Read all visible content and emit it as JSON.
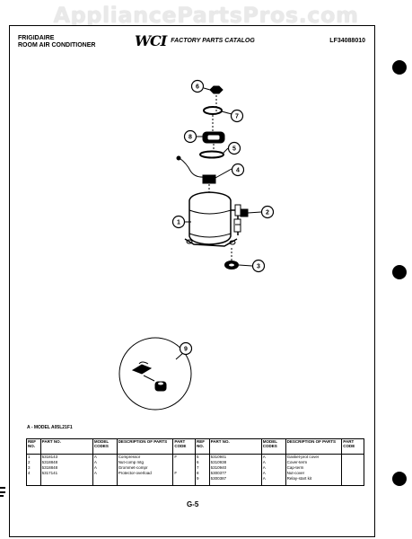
{
  "watermark": "AppliancePartsPros.com",
  "header": {
    "brand_line1": "FRIGIDAIRE",
    "brand_line2": "ROOM AIR CONDITIONER",
    "logo": "WCI",
    "catalog": "FACTORY PARTS CATALOG",
    "doc_id": "LF34088010"
  },
  "callouts": [
    "1",
    "2",
    "3",
    "4",
    "5",
    "6",
    "7",
    "8",
    "9"
  ],
  "model_line": "A - MODEL A05L21F1",
  "table": {
    "headers": [
      "REF NO.",
      "PART NO.",
      "MODEL CODES",
      "DESCRIPTION OF PARTS",
      "PART CODE"
    ],
    "left_rows": [
      {
        "ref": "1",
        "part": "5318143",
        "model": "A",
        "desc": "Compressor",
        "code": "F"
      },
      {
        "ref": "2",
        "part": "5318848",
        "model": "A",
        "desc": "Nut-comp mtg",
        "code": ""
      },
      {
        "ref": "3",
        "part": "5318848",
        "model": "A",
        "desc": "Grommet-compr",
        "code": ""
      },
      {
        "ref": "4",
        "part": "5317141",
        "model": "A",
        "desc": "Protector-overload",
        "code": "F"
      }
    ],
    "right_rows": [
      {
        "ref": "5",
        "part": "5310941",
        "model": "A",
        "desc": "Gasket-prot cover",
        "code": ""
      },
      {
        "ref": "6",
        "part": "5310938",
        "model": "A",
        "desc": "Cover-term",
        "code": ""
      },
      {
        "ref": "7",
        "part": "5310940",
        "model": "A",
        "desc": "Cap-term",
        "code": ""
      },
      {
        "ref": "8",
        "part": "5300377",
        "model": "A",
        "desc": "Nut-cover",
        "code": ""
      },
      {
        "ref": "9",
        "part": "5300387",
        "model": "A",
        "desc": "Relay-start kit",
        "code": ""
      }
    ]
  },
  "page_number": "G-5"
}
